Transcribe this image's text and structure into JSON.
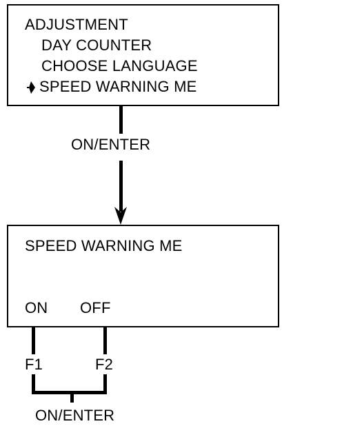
{
  "menu_screen": {
    "title": "ADJUSTMENT",
    "items": [
      {
        "label": "DAY COUNTER",
        "selected": false
      },
      {
        "label": "CHOOSE LANGUAGE",
        "selected": false
      },
      {
        "label": "SPEED WARNING ME",
        "selected": true
      }
    ]
  },
  "transition": {
    "label": "ON/ENTER"
  },
  "warning_screen": {
    "title": "SPEED WARNING ME",
    "options": [
      {
        "label": "ON",
        "key": "F1"
      },
      {
        "label": "OFF",
        "key": "F2"
      }
    ]
  },
  "confirm": {
    "label": "ON/ENTER"
  },
  "colors": {
    "ink": "#000000",
    "background": "#ffffff"
  }
}
